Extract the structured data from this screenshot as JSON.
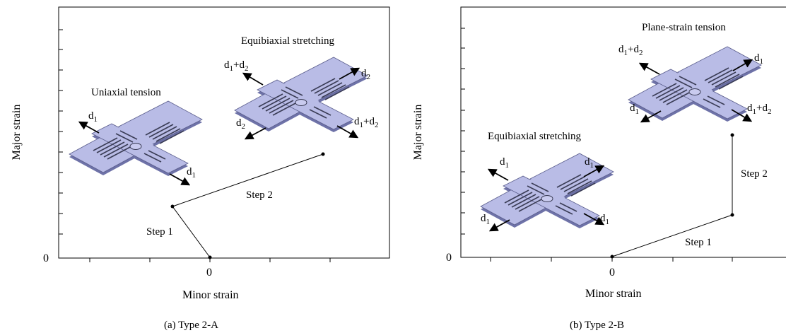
{
  "panel_a": {
    "caption": "(a)  Type 2-A",
    "x_axis_label": "Minor strain",
    "y_axis_label": "Major strain",
    "x_zero": "0",
    "y_zero": "0",
    "state_1": {
      "title": "Uniaxial tension",
      "arrow_1": "d1"
    },
    "state_2": {
      "title": "Equibiaxial stretching",
      "arrow_1": "d1+d2",
      "arrow_2": "d2",
      "arrow_3": "d2",
      "arrow_4": "d1+d2"
    },
    "step_1": "Step 1",
    "step_2": "Step 2"
  },
  "panel_b": {
    "caption": "(b)  Type 2-B",
    "x_axis_label": "Minor strain",
    "y_axis_label": "Major strain",
    "x_zero": "0",
    "y_zero": "0",
    "state_1": {
      "title": "Equibiaxial stretching",
      "arrow_1": "d1",
      "arrow_2": "d1",
      "arrow_3": "d1",
      "arrow_4": "d1"
    },
    "state_2": {
      "title": "Plane-strain tension",
      "arrow_1": "d1+d2",
      "arrow_2": "d1",
      "arrow_3": "d1",
      "arrow_4": "d1+d2"
    },
    "step_1": "Step 1",
    "step_2": "Step 2"
  },
  "colors": {
    "specimen_top": "#b9bce6",
    "specimen_side": "#6e72a8",
    "slits": "#3a3c55"
  }
}
